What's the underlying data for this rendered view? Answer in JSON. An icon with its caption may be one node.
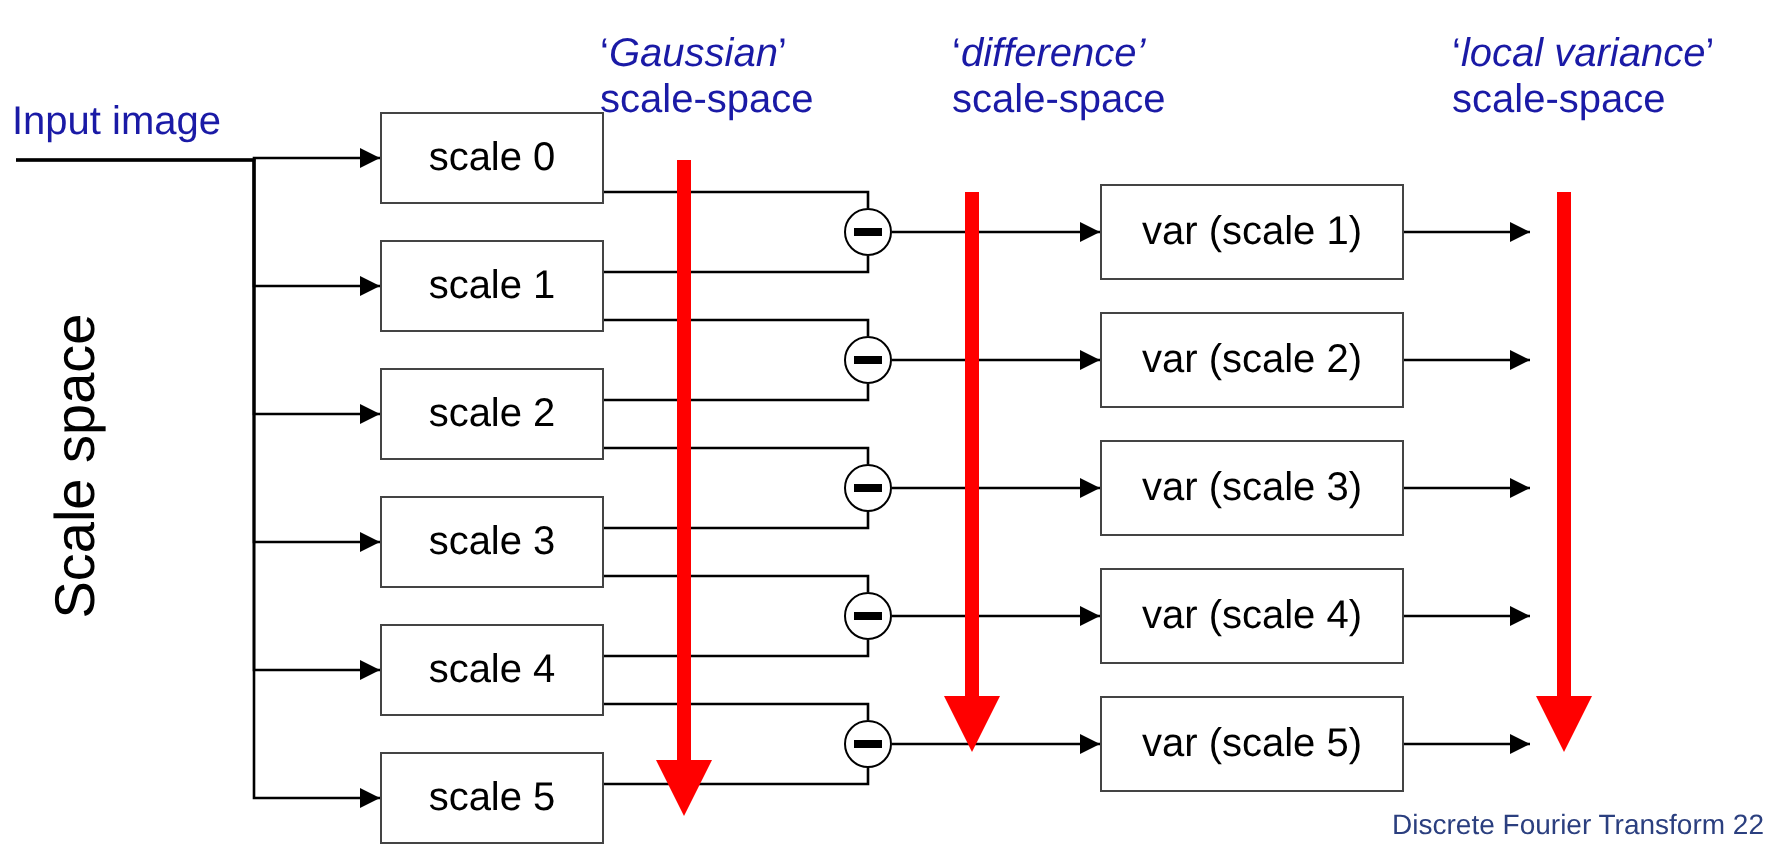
{
  "diagram": {
    "nodes": [
      {
        "text": [
          "Input image"
        ]
      },
      {
        "text": [
          "scale 0"
        ]
      },
      {
        "text": [
          "scale 1"
        ]
      },
      {
        "text": [
          "scale 2"
        ]
      },
      {
        "text": [
          "scale 3"
        ]
      },
      {
        "text": [
          "scale 4"
        ]
      },
      {
        "text": [
          "scale 5"
        ]
      },
      {
        "text": [],
        "shape": "circle"
      },
      {
        "text": [],
        "shape": "circle"
      },
      {
        "text": [],
        "shape": "circle"
      },
      {
        "text": [],
        "shape": "circle"
      },
      {
        "text": [],
        "shape": "circle"
      },
      {
        "text": [
          "var (scale 1)"
        ]
      },
      {
        "text": [
          "var (scale 2)"
        ]
      },
      {
        "text": [
          "var (scale 3)"
        ]
      },
      {
        "text": [
          "var (scale 4)"
        ]
      },
      {
        "text": [
          "var (scale 5)"
        ]
      }
    ],
    "edges": [
      {
        "from": 0,
        "to": 1,
        "arrow": "to"
      },
      {
        "from": 0,
        "to": 2,
        "arrow": "to"
      },
      {
        "from": 0,
        "to": 3,
        "arrow": "to"
      },
      {
        "from": 0,
        "to": 4,
        "arrow": "to"
      },
      {
        "from": 0,
        "to": 5,
        "arrow": "to"
      },
      {
        "from": 0,
        "to": 6,
        "arrow": "to"
      },
      {
        "from": 1,
        "to": 7,
        "arrow": "none"
      },
      {
        "from": 2,
        "to": 7,
        "arrow": "none"
      },
      {
        "from": 2,
        "to": 8,
        "arrow": "none"
      },
      {
        "from": 3,
        "to": 8,
        "arrow": "none"
      },
      {
        "from": 3,
        "to": 9,
        "arrow": "none"
      },
      {
        "from": 4,
        "to": 9,
        "arrow": "none"
      },
      {
        "from": 4,
        "to": 10,
        "arrow": "none"
      },
      {
        "from": 5,
        "to": 10,
        "arrow": "none"
      },
      {
        "from": 5,
        "to": 11,
        "arrow": "none"
      },
      {
        "from": 6,
        "to": 11,
        "arrow": "none"
      },
      {
        "from": 7,
        "to": 12,
        "arrow": "to"
      },
      {
        "from": 8,
        "to": 13,
        "arrow": "to"
      },
      {
        "from": 9,
        "to": 14,
        "arrow": "to"
      },
      {
        "from": 10,
        "to": 15,
        "arrow": "to"
      },
      {
        "from": 11,
        "to": 16,
        "arrow": "to"
      },
      {
        "from": 12,
        "to": null,
        "arrow": "to"
      },
      {
        "from": 13,
        "to": null,
        "arrow": "to"
      },
      {
        "from": 14,
        "to": null,
        "arrow": "to"
      },
      {
        "from": 15,
        "to": null,
        "arrow": "to"
      },
      {
        "from": 16,
        "to": null,
        "arrow": "to"
      }
    ],
    "labels": [
      "‘*Gaussian*’ scale-space",
      "‘*difference’* scale-space",
      "‘*local variance*’ scale-space",
      "Scale space",
      "Discrete Fourier Transform 22"
    ]
  }
}
